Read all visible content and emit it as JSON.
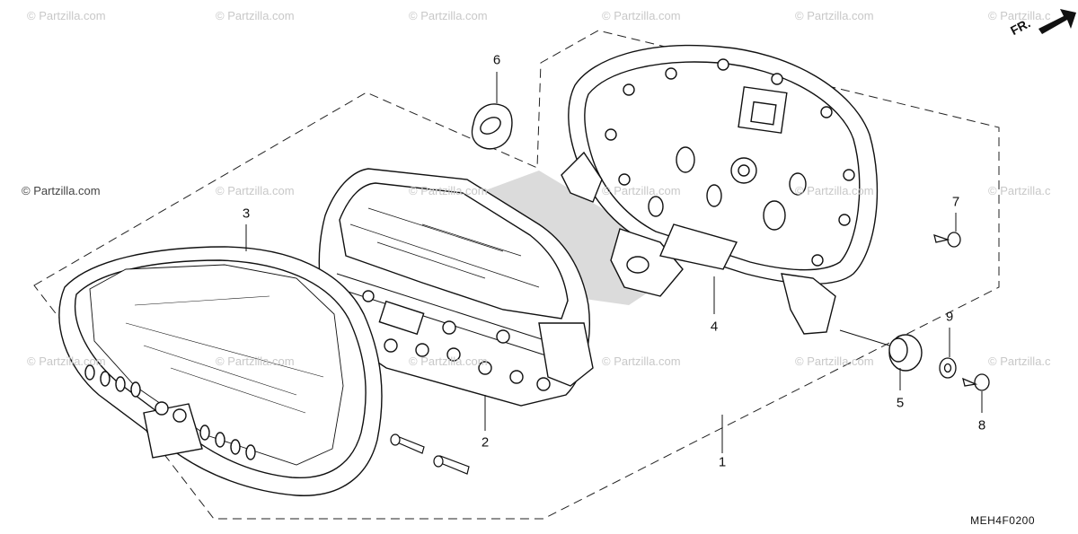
{
  "watermark_text": "© Partzilla.com",
  "watermark_partial": "© Partzilla.c",
  "callouts": [
    "1",
    "2",
    "3",
    "4",
    "5",
    "6",
    "7",
    "8",
    "9"
  ],
  "diagram_code": "MEH4F0200",
  "front_indicator": "FR."
}
